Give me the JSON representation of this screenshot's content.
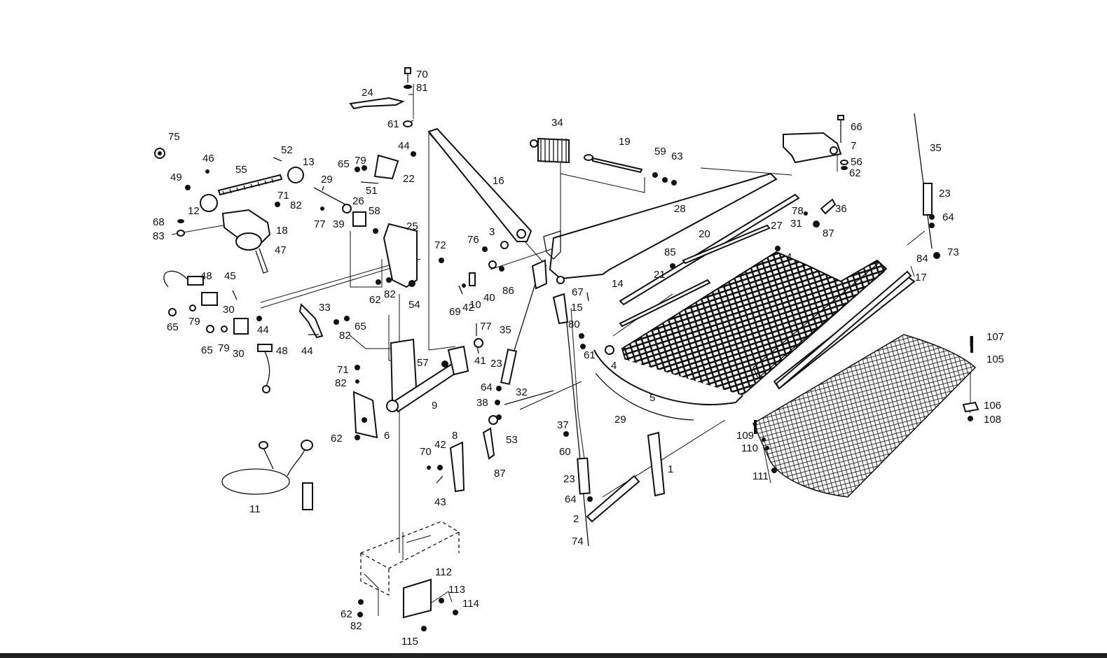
{
  "labels": {
    "p1": "1",
    "p2": "2",
    "p3": "3",
    "p4a": "4",
    "p4b": "4",
    "p5": "5",
    "p6": "6",
    "p7": "7",
    "p8": "8",
    "p9": "9",
    "p10": "10",
    "p11": "11",
    "p12": "12",
    "p13": "13",
    "p14": "14",
    "p15": "15",
    "p16": "16",
    "p17": "17",
    "p18": "18",
    "p19": "19",
    "p20": "20",
    "p21": "21",
    "p22": "22",
    "p23a": "23",
    "p23b": "23",
    "p23c": "23",
    "p24": "24",
    "p25": "25",
    "p26": "26",
    "p27": "27",
    "p28": "28",
    "p29a": "29",
    "p29b": "29",
    "p30a": "30",
    "p30b": "30",
    "p31": "31",
    "p32": "32",
    "p33": "33",
    "p34": "34",
    "p35a": "35",
    "p35b": "35",
    "p36": "36",
    "p37": "37",
    "p38": "38",
    "p39": "39",
    "p40": "40",
    "p41": "41",
    "p42a": "42",
    "p42b": "42",
    "p43": "43",
    "p44a": "44",
    "p44b": "44",
    "p44c": "44",
    "p45": "45",
    "p46": "46",
    "p47": "47",
    "p48a": "48",
    "p48b": "48",
    "p49": "49",
    "p51": "51",
    "p52": "52",
    "p53": "53",
    "p54": "54",
    "p55": "55",
    "p56": "56",
    "p57": "57",
    "p58": "58",
    "p59": "59",
    "p60": "60",
    "p61a": "61",
    "p61b": "61",
    "p62a": "62",
    "p62b": "62",
    "p62c": "62",
    "p62d": "62",
    "p63": "63",
    "p64a": "64",
    "p64b": "64",
    "p64c": "64",
    "p65a": "65",
    "p65b": "65",
    "p65c": "65",
    "p65d": "65",
    "p66": "66",
    "p67": "67",
    "p68": "68",
    "p69": "69",
    "p70a": "70",
    "p70b": "70",
    "p71a": "71",
    "p71b": "71",
    "p72": "72",
    "p73": "73",
    "p74": "74",
    "p75": "75",
    "p76": "76",
    "p77a": "77",
    "p77b": "77",
    "p78": "78",
    "p79a": "79",
    "p79b": "79",
    "p79c": "79",
    "p80": "80",
    "p81": "81",
    "p82a": "82",
    "p82b": "82",
    "p82c": "82",
    "p82d": "82",
    "p82e": "82",
    "p83": "83",
    "p84": "84",
    "p85": "85",
    "p86": "86",
    "p87a": "87",
    "p87b": "87",
    "p105": "105",
    "p106": "106",
    "p107": "107",
    "p108": "108",
    "p109": "109",
    "p110": "110",
    "p111": "111",
    "p112": "112",
    "p113": "113",
    "p114": "114",
    "p115": "115"
  }
}
